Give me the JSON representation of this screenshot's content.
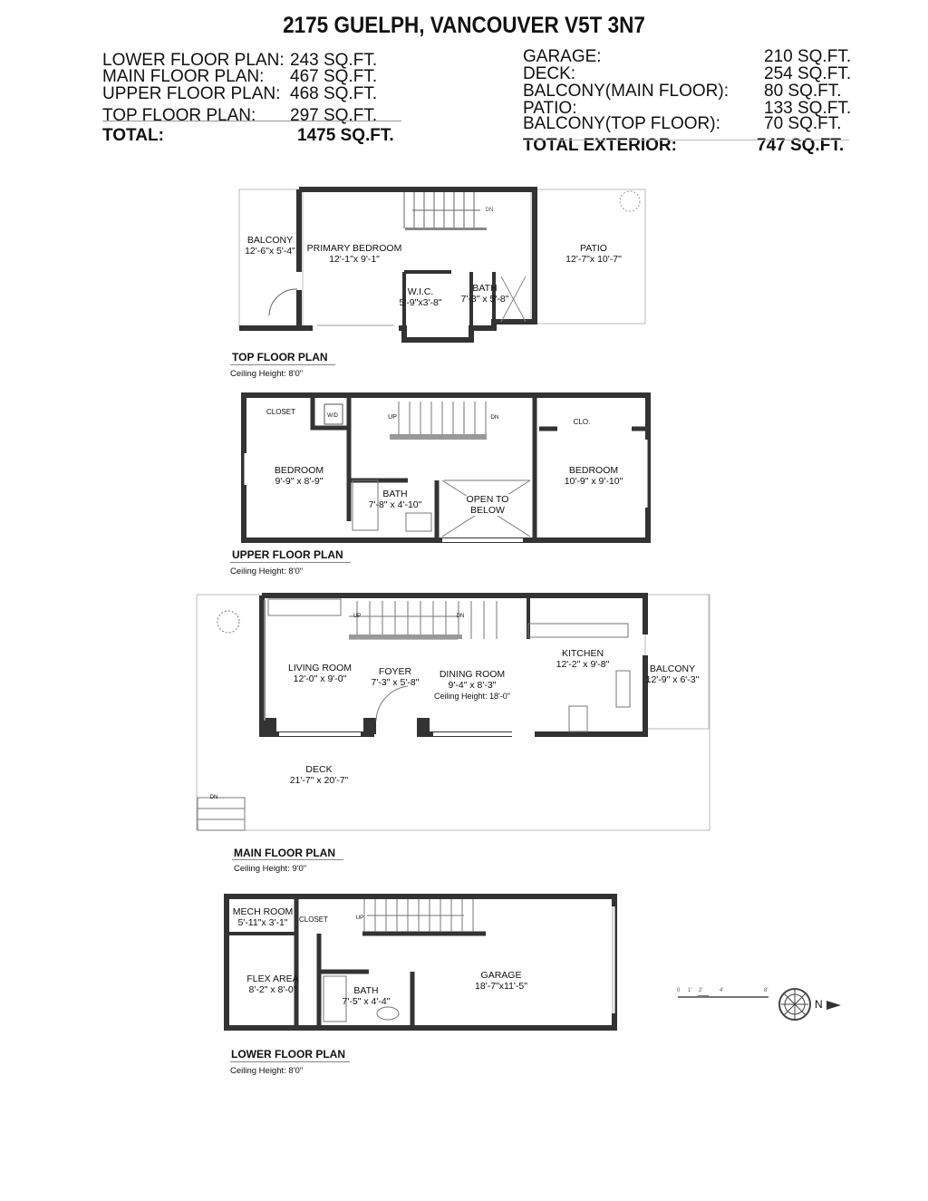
{
  "header": {
    "title": "2175 GUELPH, VANCOUVER V5T 3N7"
  },
  "interior_areas": [
    {
      "label": "LOWER FLOOR PLAN:",
      "value": "243 SQ.FT."
    },
    {
      "label": "MAIN FLOOR PLAN:",
      "value": "467 SQ.FT."
    },
    {
      "label": "UPPER FLOOR PLAN:",
      "value": "468 SQ.FT."
    },
    {
      "label": "TOP FLOOR PLAN:",
      "value": "297 SQ.FT."
    }
  ],
  "interior_total": {
    "label": "TOTAL:",
    "value": "1475 SQ.FT."
  },
  "exterior_areas": [
    {
      "label": "GARAGE:",
      "value": "210 SQ.FT."
    },
    {
      "label": "DECK:",
      "value": "254 SQ.FT."
    },
    {
      "label": "BALCONY(MAIN FLOOR):",
      "value": "80 SQ.FT."
    },
    {
      "label": "PATIO:",
      "value": "133 SQ.FT."
    },
    {
      "label": "BALCONY(TOP FLOOR):",
      "value": "70 SQ.FT."
    }
  ],
  "exterior_total": {
    "label": "TOTAL EXTERIOR:",
    "value": "747 SQ.FT."
  },
  "plans": {
    "top": {
      "title": "TOP FLOOR PLAN",
      "ceiling": "Ceiling Height: 8'0\"",
      "rooms": {
        "balcony": {
          "name": "BALCONY",
          "dim": "12'-6\"x 5'-4\""
        },
        "primary_bedroom": {
          "name": "PRIMARY BEDROOM",
          "dim": "12'-1\"x 9'-1\""
        },
        "wic": {
          "name": "W.I.C.",
          "dim": "5'-9\"x3'-8\""
        },
        "bath": {
          "name": "BATH",
          "dim": "7'-3\" x 5'-8\""
        },
        "patio": {
          "name": "PATIO",
          "dim": "12'-7\"x 10'-7\""
        }
      },
      "stair_label": "DN"
    },
    "upper": {
      "title": "UPPER FLOOR PLAN",
      "ceiling": "Ceiling Height: 8'0\"",
      "rooms": {
        "closet": {
          "name": "CLOSET"
        },
        "wd": {
          "name": "W/D"
        },
        "bedroom_left": {
          "name": "BEDROOM",
          "dim": "9'-9\" x 8'-9\""
        },
        "bath": {
          "name": "BATH",
          "dim": "7'-8\" x 4'-10\""
        },
        "open_to_below": {
          "name": "OPEN TO",
          "dim": "BELOW"
        },
        "clo": {
          "name": "CLO."
        },
        "bedroom_right": {
          "name": "BEDROOM",
          "dim": "10'-9\" x 9'-10\""
        }
      },
      "stair_up": "UP",
      "stair_dn": "DN"
    },
    "main": {
      "title": "MAIN FLOOR PLAN",
      "ceiling": "Ceiling Height: 9'0\"",
      "rooms": {
        "living": {
          "name": "LIVING ROOM",
          "dim": "12'-0\" x 9'-0\""
        },
        "foyer": {
          "name": "FOYER",
          "dim": "7'-3\" x 5'-8\""
        },
        "dining": {
          "name": "DINING ROOM",
          "dim": "9'-4\" x 8'-3\"",
          "sub": "Ceiling Height: 18'-0\""
        },
        "kitchen": {
          "name": "KITCHEN",
          "dim": "12'-2\" x 9'-8\""
        },
        "balcony": {
          "name": "BALCONY",
          "dim": "12'-9\" x 6'-3\""
        },
        "deck": {
          "name": "DECK",
          "dim": "21'-7\" x 20'-7\""
        }
      },
      "stair_up": "UP",
      "stair_dn": "DN",
      "deck_stair_dn": "DN"
    },
    "lower": {
      "title": "LOWER FLOOR PLAN",
      "ceiling": "Ceiling Height: 8'0\"",
      "rooms": {
        "mech": {
          "name": "MECH ROOM",
          "dim": "5'-11\"x 3'-1\""
        },
        "closet": {
          "name": "CLOSET"
        },
        "flex": {
          "name": "FLEX AREA",
          "dim": "8'-2\" x 8'-0\""
        },
        "bath": {
          "name": "BATH",
          "dim": "7'-5\" x 4'-4\""
        },
        "garage": {
          "name": "GARAGE",
          "dim": "18'-7\"x11'-5\""
        }
      },
      "stair_up": "UP"
    }
  },
  "scale_bar": {
    "ticks": [
      "0",
      "1'",
      "2'",
      "4'",
      "8'"
    ]
  },
  "compass": {
    "label": "N"
  }
}
